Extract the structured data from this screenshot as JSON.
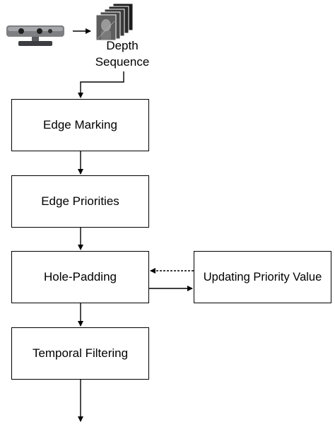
{
  "input": {
    "camera_icon": "depth-camera-icon",
    "frames_icon": "depth-frames-icon",
    "caption_line1": "Depth",
    "caption_line2": "Sequence"
  },
  "steps": [
    {
      "id": "edge-marking",
      "label": "Edge Marking"
    },
    {
      "id": "edge-priorities",
      "label": "Edge Priorities"
    },
    {
      "id": "hole-padding",
      "label": "Hole-Padding"
    },
    {
      "id": "temporal-filtering",
      "label": "Temporal Filtering"
    }
  ],
  "side_step": {
    "label": "Updating Priority Value"
  },
  "colors": {
    "stroke": "#000000",
    "background": "#ffffff"
  }
}
